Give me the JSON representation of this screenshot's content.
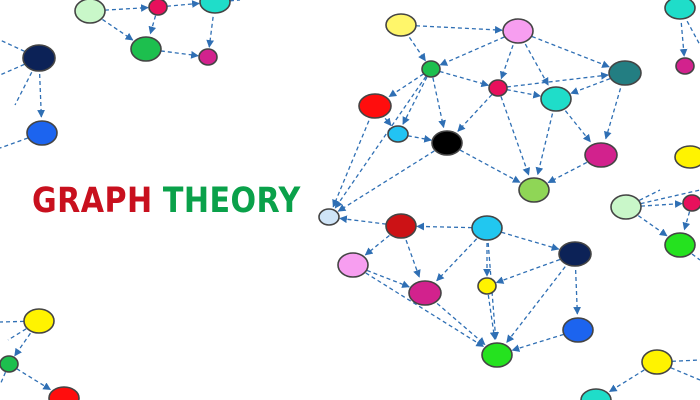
{
  "title": {
    "word1": "GRAPH",
    "word2": "THEORY",
    "word1_color": "#c8101e",
    "word2_color": "#0aa14a"
  },
  "edge_color": "#2f6fb4",
  "node_stroke": "#444444",
  "nodes": [
    {
      "id": "n1",
      "color": "#fff66a"
    },
    {
      "id": "n2",
      "color": "#f79ef0"
    },
    {
      "id": "n3",
      "color": "#1dbf4e"
    },
    {
      "id": "n4",
      "color": "#e8105c"
    },
    {
      "id": "n5",
      "color": "#237e82"
    },
    {
      "id": "n6",
      "color": "#ff0d0d"
    },
    {
      "id": "n7",
      "color": "#1fddc9"
    },
    {
      "id": "n8",
      "color": "#22c3f3"
    },
    {
      "id": "n9",
      "color": "#000000"
    },
    {
      "id": "n10",
      "color": "#d2228d"
    },
    {
      "id": "n11",
      "color": "#8fd656"
    },
    {
      "id": "n12",
      "color": "#cfe4f7"
    },
    {
      "id": "n13",
      "color": "#cc1215"
    },
    {
      "id": "n14",
      "color": "#21c7f0"
    },
    {
      "id": "n15",
      "color": "#0c2257"
    },
    {
      "id": "n16",
      "color": "#f79ef0"
    },
    {
      "id": "n17",
      "color": "#d2228d"
    },
    {
      "id": "n18",
      "color": "#fff300"
    },
    {
      "id": "n19",
      "color": "#1c64ef"
    },
    {
      "id": "n20",
      "color": "#25e21f"
    },
    {
      "id": "tl1",
      "color": "#c9f7c9"
    },
    {
      "id": "tl2",
      "color": "#e8105c"
    },
    {
      "id": "tl3",
      "color": "#1fddc9"
    },
    {
      "id": "tl4",
      "color": "#1dbf4e"
    },
    {
      "id": "tl5",
      "color": "#d2228d"
    },
    {
      "id": "tl6",
      "color": "#0c2257"
    },
    {
      "id": "tl7",
      "color": "#1c64ef"
    },
    {
      "id": "tr1",
      "color": "#1fddc9"
    },
    {
      "id": "tr2",
      "color": "#d2228d"
    },
    {
      "id": "r1",
      "color": "#fff300"
    },
    {
      "id": "r2",
      "color": "#c9f7c9"
    },
    {
      "id": "r3",
      "color": "#e8105c"
    },
    {
      "id": "r4",
      "color": "#25e21f"
    },
    {
      "id": "bl1",
      "color": "#fff300"
    },
    {
      "id": "bl2",
      "color": "#1dbf4e"
    },
    {
      "id": "bl3",
      "color": "#ff0d0d"
    },
    {
      "id": "br1",
      "color": "#fff300"
    },
    {
      "id": "br2",
      "color": "#1fddc9"
    }
  ],
  "edges": [
    [
      "n1",
      "n2"
    ],
    [
      "n1",
      "n3"
    ],
    [
      "n2",
      "n3"
    ],
    [
      "n2",
      "n4"
    ],
    [
      "n2",
      "n5"
    ],
    [
      "n2",
      "n7"
    ],
    [
      "n3",
      "n6"
    ],
    [
      "n3",
      "n8"
    ],
    [
      "n3",
      "n9"
    ],
    [
      "n3",
      "n4"
    ],
    [
      "n4",
      "n5"
    ],
    [
      "n4",
      "n7"
    ],
    [
      "n4",
      "n9"
    ],
    [
      "n4",
      "n11"
    ],
    [
      "n5",
      "n7"
    ],
    [
      "n5",
      "n10"
    ],
    [
      "n6",
      "n8"
    ],
    [
      "n6",
      "n12"
    ],
    [
      "n8",
      "n9"
    ],
    [
      "n9",
      "n11"
    ],
    [
      "n7",
      "n11"
    ],
    [
      "n7",
      "n10"
    ],
    [
      "n9",
      "n12"
    ],
    [
      "n3",
      "n12"
    ],
    [
      "n10",
      "n11"
    ],
    [
      "n13",
      "n12"
    ],
    [
      "n14",
      "n13"
    ],
    [
      "n13",
      "n16"
    ],
    [
      "n13",
      "n17"
    ],
    [
      "n14",
      "n17"
    ],
    [
      "n14",
      "n15"
    ],
    [
      "n14",
      "n18"
    ],
    [
      "n14",
      "n20"
    ],
    [
      "n15",
      "n19"
    ],
    [
      "n15",
      "n20"
    ],
    [
      "n15",
      "n18"
    ],
    [
      "n16",
      "n17"
    ],
    [
      "n16",
      "n20"
    ],
    [
      "n17",
      "n20"
    ],
    [
      "n18",
      "n20"
    ],
    [
      "n19",
      "n20"
    ],
    [
      "tl1",
      "tl2"
    ],
    [
      "tl2",
      "tl3"
    ],
    [
      "tl2",
      "tl4"
    ],
    [
      "tl3",
      "tl5"
    ],
    [
      "tl4",
      "tl5"
    ],
    [
      "tl1",
      "tl4"
    ],
    [
      "tl6",
      "tl7"
    ],
    [
      "tr1",
      "tr2"
    ],
    [
      "r2",
      "r3"
    ],
    [
      "r3",
      "r4"
    ],
    [
      "r2",
      "r4"
    ],
    [
      "bl1",
      "bl2"
    ],
    [
      "bl2",
      "bl3"
    ],
    [
      "br1",
      "br2"
    ]
  ]
}
